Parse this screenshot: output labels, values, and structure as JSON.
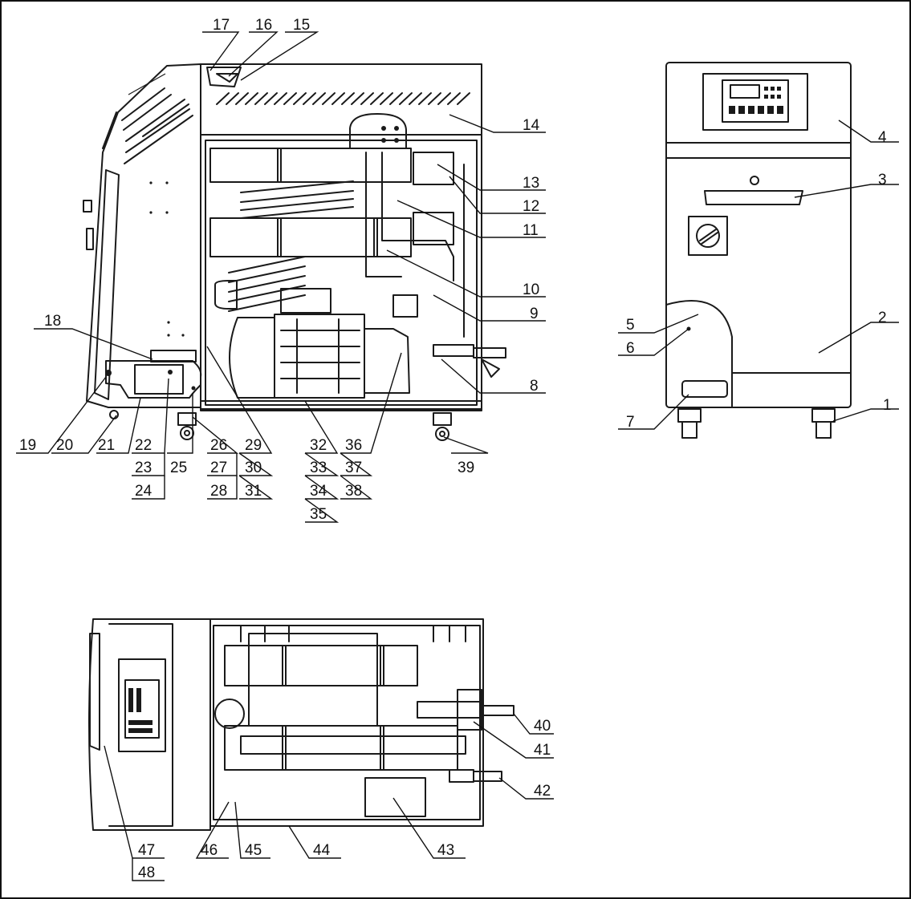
{
  "drawing": {
    "callouts": [
      "1",
      "2",
      "3",
      "4",
      "5",
      "6",
      "7",
      "8",
      "9",
      "10",
      "11",
      "12",
      "13",
      "14",
      "15",
      "16",
      "17",
      "18",
      "19",
      "20",
      "21",
      "22",
      "23",
      "24",
      "25",
      "26",
      "27",
      "28",
      "29",
      "30",
      "31",
      "32",
      "33",
      "34",
      "35",
      "36",
      "37",
      "38",
      "39",
      "40",
      "41",
      "42",
      "43",
      "44",
      "45",
      "46",
      "47",
      "48"
    ],
    "views": [
      "side-view",
      "front-view",
      "top-view"
    ]
  }
}
